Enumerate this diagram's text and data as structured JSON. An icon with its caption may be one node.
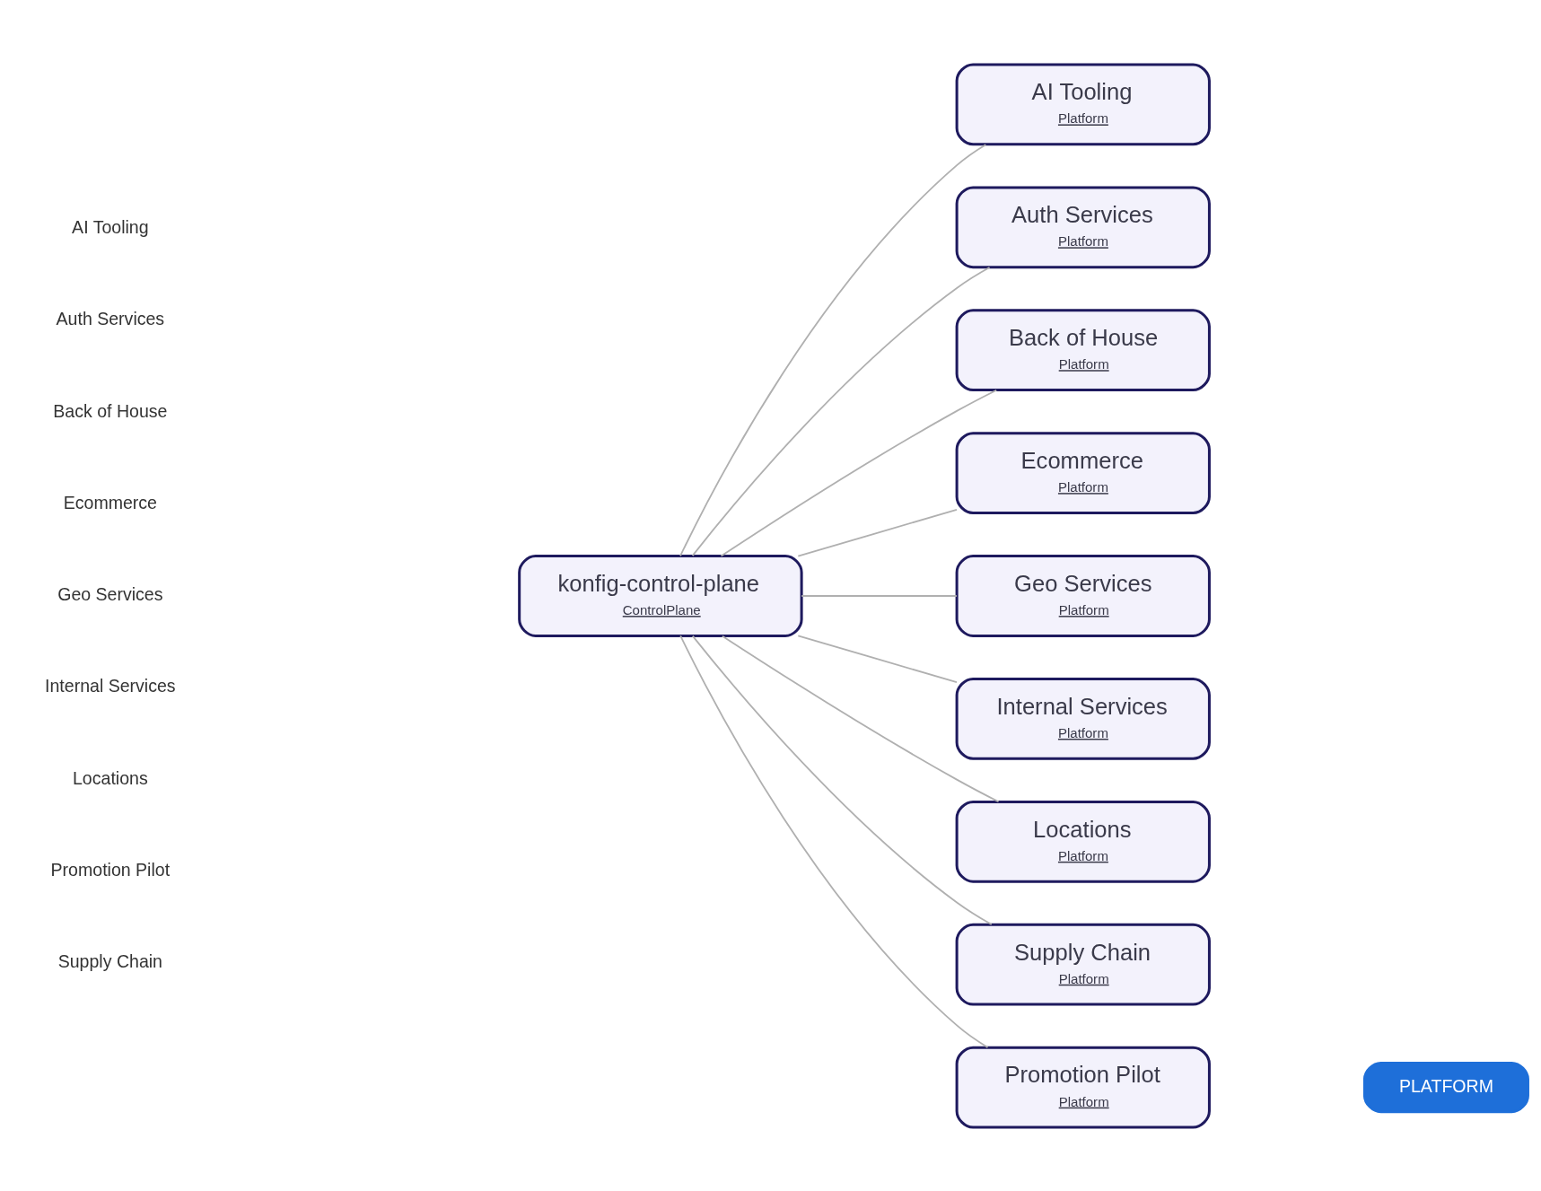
{
  "diagram": {
    "nodes": [
      {
        "text": [
          "konfig-control-plane",
          "ControlPlane"
        ]
      },
      {
        "text": [
          "AI Tooling",
          "Platform"
        ]
      },
      {
        "text": [
          "Auth Services",
          "Platform"
        ]
      },
      {
        "text": [
          "Back of House",
          "Platform"
        ]
      },
      {
        "text": [
          "Ecommerce",
          "Platform"
        ]
      },
      {
        "text": [
          "Geo Services",
          "Platform"
        ]
      },
      {
        "text": [
          "Internal Services",
          "Platform"
        ]
      },
      {
        "text": [
          "Locations",
          "Platform"
        ]
      },
      {
        "text": [
          "Supply Chain",
          "Platform"
        ]
      },
      {
        "text": [
          "Promotion Pilot",
          "Platform"
        ]
      }
    ],
    "edges": [
      {
        "from": 0,
        "to": 1,
        "arrow": "none"
      },
      {
        "from": 0,
        "to": 2,
        "arrow": "none"
      },
      {
        "from": 0,
        "to": 3,
        "arrow": "none"
      },
      {
        "from": 0,
        "to": 4,
        "arrow": "none"
      },
      {
        "from": 0,
        "to": 5,
        "arrow": "none"
      },
      {
        "from": 0,
        "to": 6,
        "arrow": "none"
      },
      {
        "from": 0,
        "to": 7,
        "arrow": "none"
      },
      {
        "from": 0,
        "to": 8,
        "arrow": "none"
      },
      {
        "from": 0,
        "to": 9,
        "arrow": "none"
      }
    ],
    "labels": [
      "AI Tooling",
      "Auth Services",
      "Back of House",
      "Ecommerce",
      "Geo Services",
      "Internal Services",
      "Locations",
      "Promotion Pilot",
      "Supply Chain",
      "PLATFORM"
    ]
  }
}
